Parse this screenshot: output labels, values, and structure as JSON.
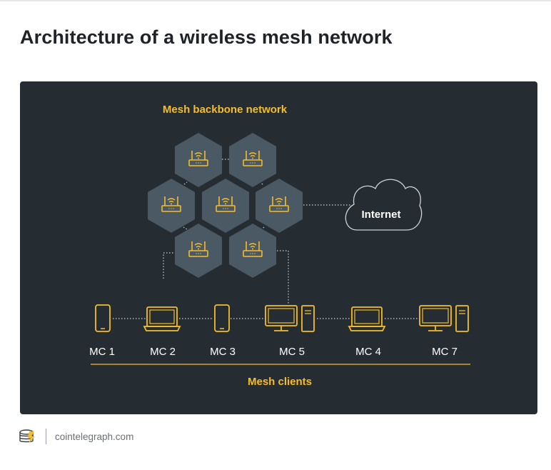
{
  "page": {
    "title": "Architecture of a wireless mesh network",
    "footer_brand": "cointelegraph.com"
  },
  "colors": {
    "panel": "#252d33",
    "hex_fill": "#4a5963",
    "accent": "#f5bd2a",
    "text": "#ffffff",
    "line": "#cfd3d6"
  },
  "backbone": {
    "label": "Mesh backbone network",
    "router_icon": "wifi-router-icon"
  },
  "internet": {
    "label": "Internet",
    "icon": "cloud-icon"
  },
  "clients": {
    "label": "Mesh clients",
    "items": [
      {
        "label": "MC 1",
        "icon": "smartphone-icon"
      },
      {
        "label": "MC 2",
        "icon": "laptop-icon"
      },
      {
        "label": "MC 3",
        "icon": "smartphone-icon"
      },
      {
        "label": "MC 5",
        "icon": "desktop-pc-icon"
      },
      {
        "label": "MC 4",
        "icon": "laptop-icon"
      },
      {
        "label": "MC 7",
        "icon": "desktop-pc-icon"
      }
    ]
  }
}
